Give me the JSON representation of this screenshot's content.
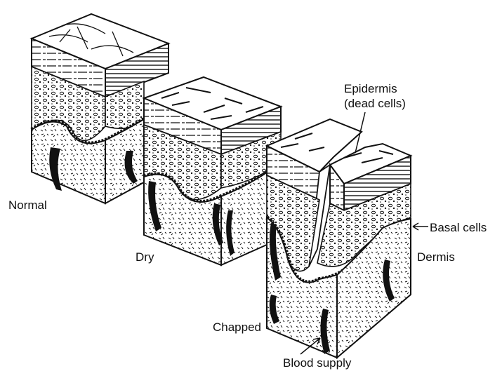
{
  "labels": {
    "normal": "Normal",
    "dry": "Dry",
    "chapped": "Chapped",
    "epidermis_line1": "Epidermis",
    "epidermis_line2": "(dead cells)",
    "basal_cells": "Basal cells",
    "dermis": "Dermis",
    "blood_supply": "Blood supply"
  },
  "colors": {
    "ink": "#111111",
    "paper": "#ffffff"
  }
}
